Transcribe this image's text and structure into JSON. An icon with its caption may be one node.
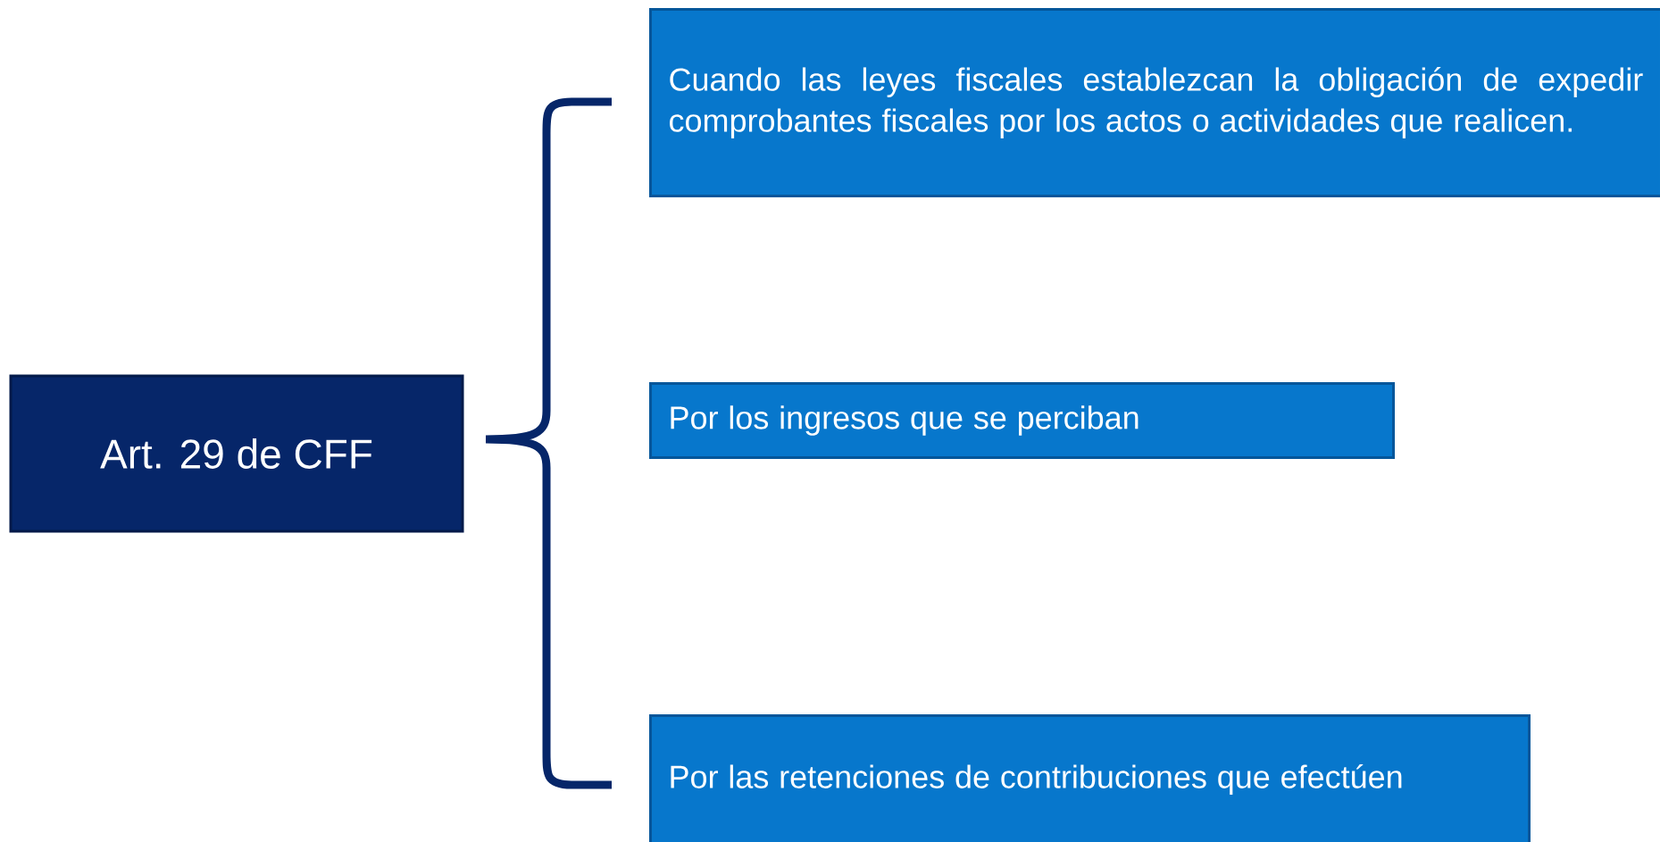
{
  "diagram": {
    "nodes": [
      {
        "text": [
          "Art. 29 de CFF"
        ]
      },
      {
        "text": [
          "Cuando las leyes fiscales establezcan la obligación de expedir comprobantes fiscales por los actos o actividades que realicen."
        ]
      },
      {
        "text": [
          "Por los ingresos que se perciban"
        ]
      },
      {
        "text": [
          "Por las retenciones de contribuciones que efectúen"
        ]
      }
    ]
  }
}
